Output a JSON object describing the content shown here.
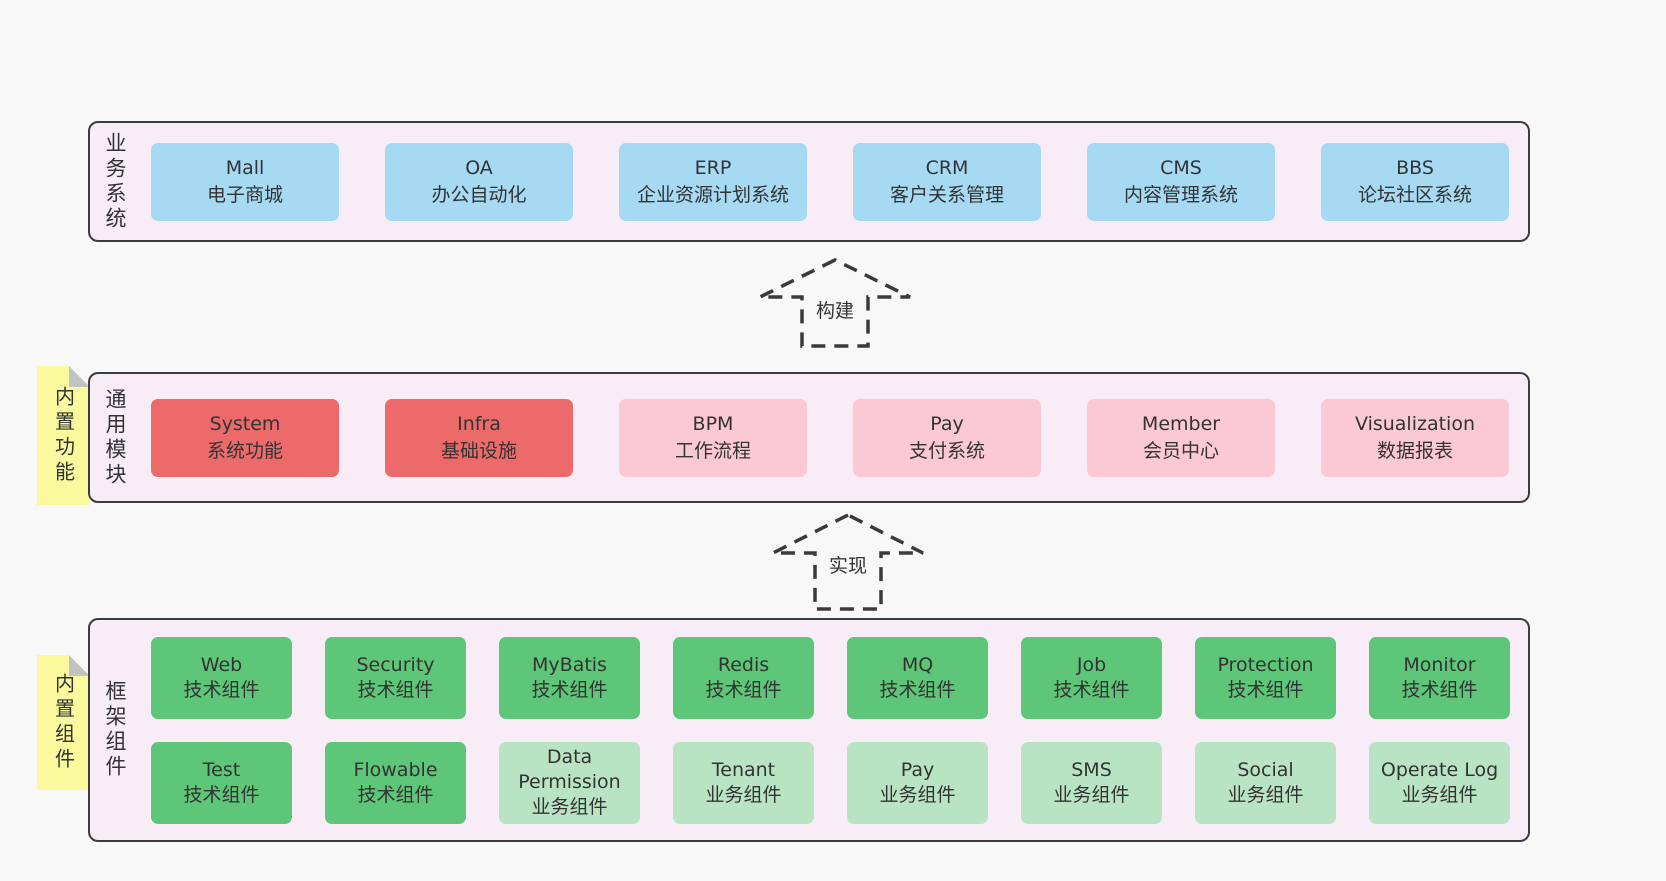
{
  "colors": {
    "page_bg": "#f8f8f8",
    "panel_bg": "#f8edf7",
    "panel_border": "#3c3c3c",
    "box_blue": "#a6daf3",
    "box_red": "#ed6a6b",
    "box_pink": "#fbc9d4",
    "box_green": "#5ec678",
    "box_light_green": "#b9e4c4",
    "note_yellow": "#fbf99e",
    "note_fold_gray": "#c3c3c3",
    "text": "#333333"
  },
  "arrows": [
    {
      "label": "构建"
    },
    {
      "label": "实现"
    }
  ],
  "sections": {
    "business": {
      "label": "业务系统",
      "boxes": [
        {
          "en": "Mall",
          "zh": "电子商城"
        },
        {
          "en": "OA",
          "zh": "办公自动化"
        },
        {
          "en": "ERP",
          "zh": "企业资源计划系统"
        },
        {
          "en": "CRM",
          "zh": "客户关系管理"
        },
        {
          "en": "CMS",
          "zh": "内容管理系统"
        },
        {
          "en": "BBS",
          "zh": "论坛社区系统"
        }
      ]
    },
    "modules": {
      "label": "通用模块",
      "note": "内置功能",
      "boxes": [
        {
          "en": "System",
          "zh": "系统功能"
        },
        {
          "en": "Infra",
          "zh": "基础设施"
        },
        {
          "en": "BPM",
          "zh": "工作流程"
        },
        {
          "en": "Pay",
          "zh": "支付系统"
        },
        {
          "en": "Member",
          "zh": "会员中心"
        },
        {
          "en": "Visualization",
          "zh": "数据报表"
        }
      ]
    },
    "components": {
      "label": "框架组件",
      "note": "内置组件",
      "row1": [
        {
          "en": "Web",
          "zh": "技术组件"
        },
        {
          "en": "Security",
          "zh": "技术组件"
        },
        {
          "en": "MyBatis",
          "zh": "技术组件"
        },
        {
          "en": "Redis",
          "zh": "技术组件"
        },
        {
          "en": "MQ",
          "zh": "技术组件"
        },
        {
          "en": "Job",
          "zh": "技术组件"
        },
        {
          "en": "Protection",
          "zh": "技术组件"
        },
        {
          "en": "Monitor",
          "zh": "技术组件"
        }
      ],
      "row2": [
        {
          "en": "Test",
          "zh": "技术组件"
        },
        {
          "en": "Flowable",
          "zh": "技术组件"
        },
        {
          "en": "Data Permission",
          "zh": "业务组件"
        },
        {
          "en": "Tenant",
          "zh": "业务组件"
        },
        {
          "en": "Pay",
          "zh": "业务组件"
        },
        {
          "en": "SMS",
          "zh": "业务组件"
        },
        {
          "en": "Social",
          "zh": "业务组件"
        },
        {
          "en": "Operate Log",
          "zh": "业务组件"
        }
      ]
    }
  }
}
